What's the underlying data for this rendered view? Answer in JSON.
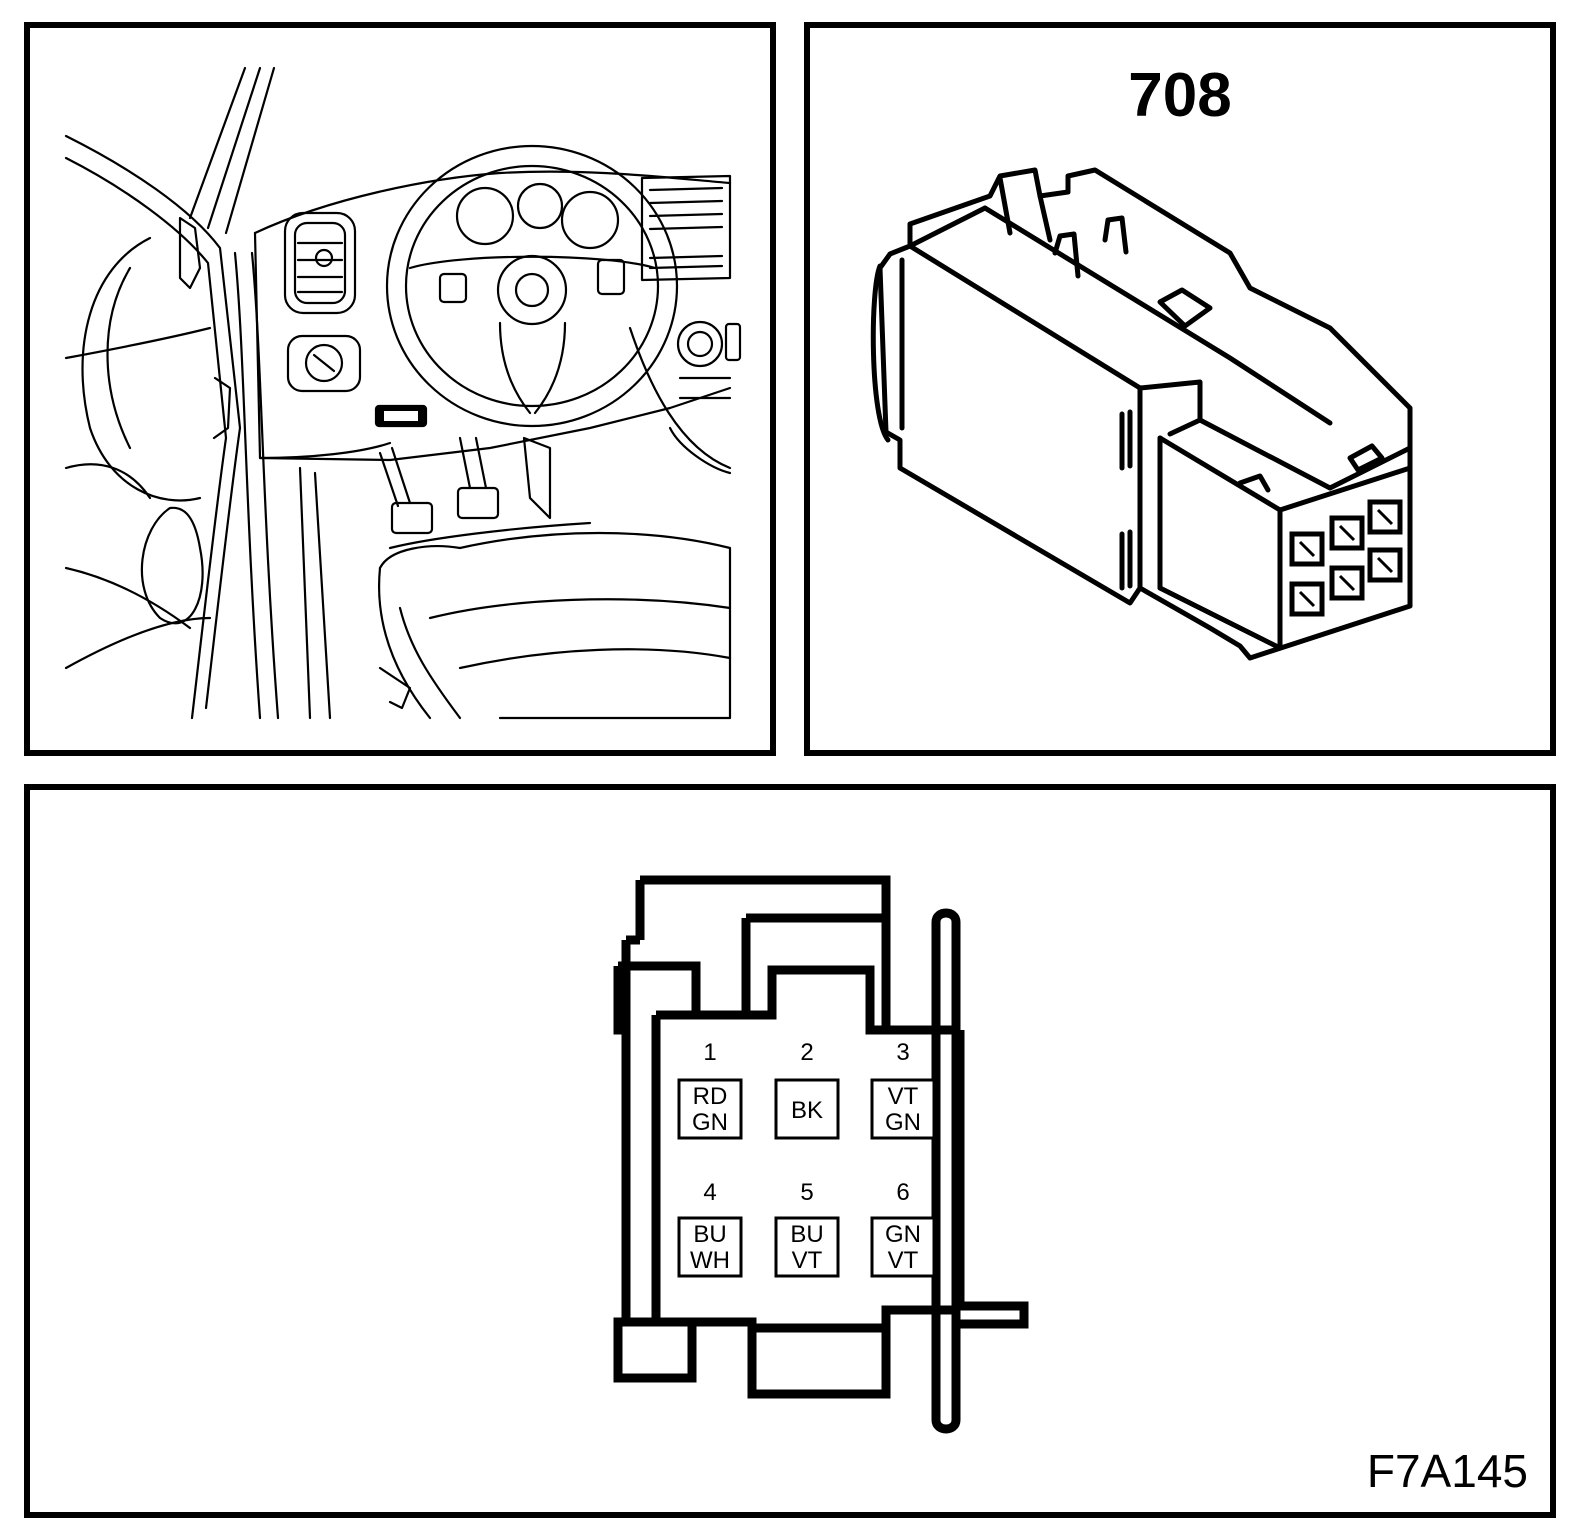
{
  "connector": {
    "number": "708",
    "figure_code": "F7A145"
  },
  "pins": [
    {
      "number": "1",
      "wire_line1": "RD",
      "wire_line2": "GN"
    },
    {
      "number": "2",
      "wire_line1": "BK",
      "wire_line2": ""
    },
    {
      "number": "3",
      "wire_line1": "VT",
      "wire_line2": "GN"
    },
    {
      "number": "4",
      "wire_line1": "BU",
      "wire_line2": "WH"
    },
    {
      "number": "5",
      "wire_line1": "BU",
      "wire_line2": "VT"
    },
    {
      "number": "6",
      "wire_line1": "GN",
      "wire_line2": "VT"
    }
  ]
}
